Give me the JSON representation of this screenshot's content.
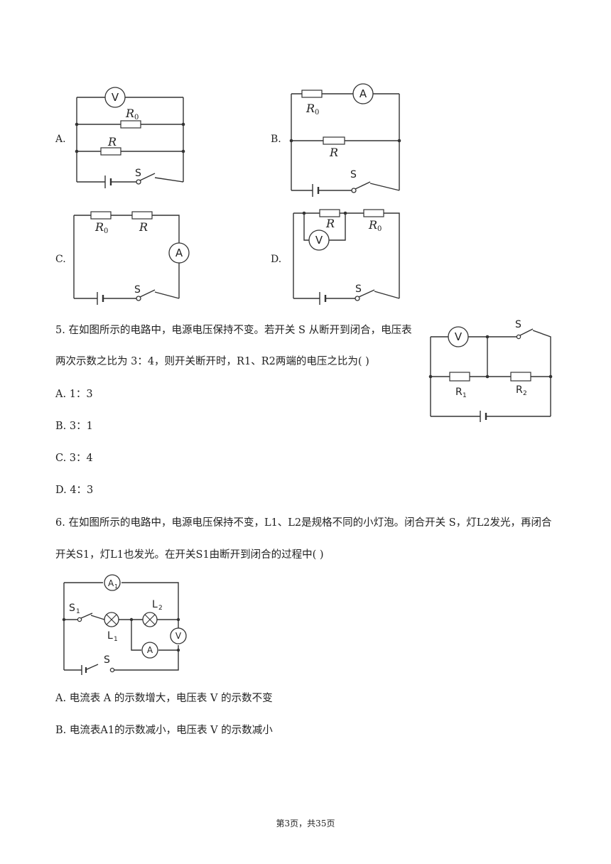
{
  "q4_options": {
    "a": {
      "letter": "A.",
      "v": "V",
      "r0": "R",
      "r0_sub": "0",
      "r": "R",
      "s": "S"
    },
    "b": {
      "letter": "B.",
      "a": "A",
      "r0": "R",
      "r0_sub": "0",
      "r": "R",
      "s": "S"
    },
    "c": {
      "letter": "C.",
      "a": "A",
      "r0": "R",
      "r0_sub": "0",
      "r": "R",
      "s": "S"
    },
    "d": {
      "letter": "D.",
      "v": "V",
      "r0": "R",
      "r0_sub": "0",
      "r": "R",
      "s": "S"
    }
  },
  "q5": {
    "line1": "5. 在如图所示的电路中，电源电压保持不变。若开关 S 从断开到闭合，电压表",
    "line2": "两次示数之比为 3：4，则开关断开时，R1、R2两端的电压之比为(    )",
    "options": [
      "A. 1：3",
      "B. 3：1",
      "C. 3：4",
      "D. 4：3"
    ],
    "diagram": {
      "v": "V",
      "s": "S",
      "r1": "R",
      "r1_sub": "1",
      "r2": "R",
      "r2_sub": "2"
    }
  },
  "q6": {
    "line1": "6. 在如图所示的电路中，电源电压保持不变，L1、L2是规格不同的小灯泡。闭合开关 S，灯L2发光，再闭合",
    "line2": "开关S1，灯L1也发光。在开关S1由断开到闭合的过程中(    )",
    "diagram": {
      "a1": "A",
      "a1_sub": "1",
      "s1": "S",
      "s1_sub": "1",
      "l1": "L",
      "l1_sub": "1",
      "l2": "L",
      "l2_sub": "2",
      "v": "V",
      "a": "A",
      "s": "S"
    },
    "options": [
      "A. 电流表 A 的示数增大，电压表 V 的示数不变",
      "B. 电流表A1的示数减小，电压表 V 的示数减小"
    ]
  },
  "footer": "第3页，共35页"
}
